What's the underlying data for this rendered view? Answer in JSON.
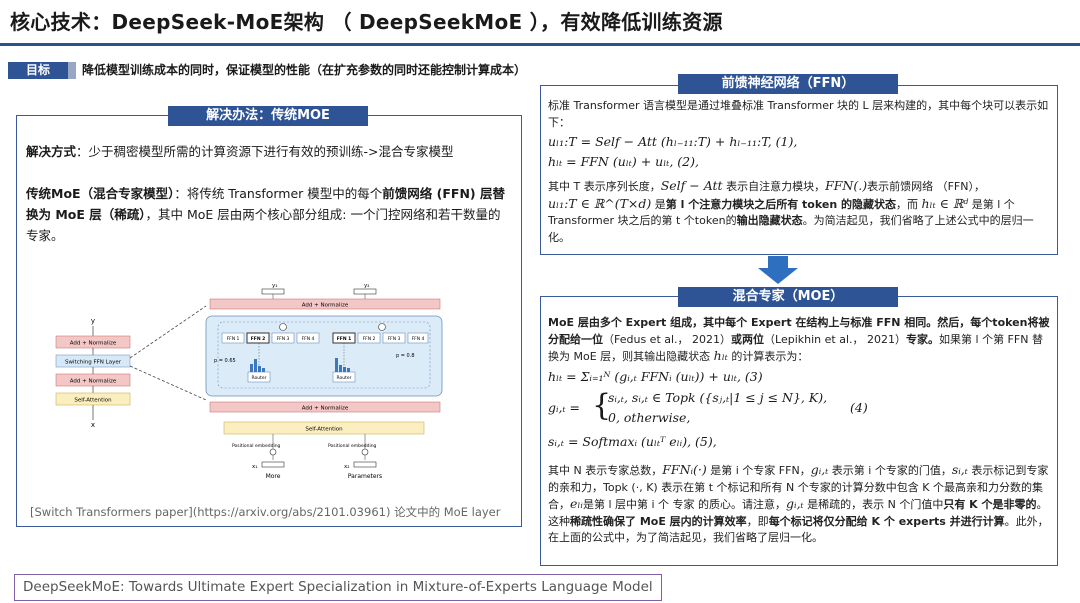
{
  "title": "核心技术：DeepSeek-MoE架构 （ DeepSeekMoE ），有效降低训练资源",
  "goal": {
    "tag": "目标",
    "text": "降低模型训练成本的同时，保证模型的性能（在扩充参数的同时还能控制计算成本）"
  },
  "left_panel": {
    "header": "解决办法：传统MOE",
    "method_label": "解决方式",
    "method_text": "：少于稠密模型所需的计算资源下进行有效的预训练->混合专家模型",
    "moe_label": "传统MoE（混合专家模型）",
    "moe_text_1": "：将传统 Transformer 模型中的每个",
    "moe_bold_1": "前馈网络 (FFN) 层替换为 MoE 层（稀疏）",
    "moe_text_2": "，其中 MoE 层由两个核心部分组成: 一个门控网络和若干数量的专家。",
    "caption": "[Switch Transformers paper](https://arxiv.org/abs/2101.03961) 论文中的 MoE layer"
  },
  "diagram": {
    "small": {
      "y_label": "y",
      "x_label": "x",
      "blocks": [
        "Add + Normalize",
        "Switching FFN Layer",
        "Add + Normalize",
        "Self-Attention"
      ]
    },
    "large": {
      "y1": "y₁",
      "y2": "y₂",
      "x1": "x₁",
      "x2": "x₂",
      "top_block": "Add + Normalize",
      "mid_block": "Add + Normalize",
      "attn_block": "Self-Attention",
      "experts_left": [
        "FFN 1",
        "FFN 2",
        "FFN 3",
        "FFN 4"
      ],
      "experts_right": [
        "FFN 1",
        "FFN 2",
        "FFN 3",
        "FFN 4"
      ],
      "router": "Router",
      "p_left": "p = 0.65",
      "p_right": "p = 0.8",
      "pos_emb": "Positional embedding",
      "word_left": "More",
      "word_right": "Parameters"
    }
  },
  "ffn_panel": {
    "header": "前馈神经网络（FFN）",
    "intro": "标准 Transformer 语言模型是通过堆叠标准 Transformer 块的 L 层来构建的，其中每个块可以表示如下：",
    "eq1": "uₗ₁:T = Self − Att (hₗ₋₁₁:T) + hₗ₋₁₁:T, (1),",
    "eq2": "hₗₜ = FFN (uₗₜ) + uₗₜ, (2),",
    "desc_1": "其中 T 表示序列长度，",
    "desc_math_1": "Self − Att",
    "desc_2": " 表示自注意力模块，",
    "desc_math_2": "FFN(.)",
    "desc_3": "表示前馈网络 （FFN），",
    "desc_math_3": "uₗ₁:T ∈ ℝ^(T×d)",
    "desc_4": " 是",
    "desc_bold_1": "第 l 个注意力模块之后所有 token 的隐藏状态",
    "desc_5": "，而 ",
    "desc_math_4": "hₗₜ ∈ ℝᵈ",
    "desc_6": " 是第 l 个 Transformer 块之后的第 t 个token的",
    "desc_bold_2": "输出隐藏状态",
    "desc_7": "。为简洁起见，我们省略了上述公式中的层归一化。"
  },
  "moe_panel": {
    "header": "混合专家（MOE）",
    "intro_bold_1": "MoE 层由多个 Expert 组成，其中每个 Expert 在结构上与标准 FFN 相同。然后，每个token将被分配给一位",
    "intro_1": "（Fedus et al.， 2021）",
    "intro_bold_2": "或两位",
    "intro_2": "（Lepikhin et al.， 2021）",
    "intro_bold_3": "专家。",
    "intro_3": "如果第 l 个第 FFN 替换为 MoE 层，则其输出隐藏状态 ",
    "intro_math": "hₗₜ",
    "intro_4": " 的计算表示为：",
    "eq3": "hₗₜ = Σᵢ₌₁ᴺ (gᵢ,ₜ FFNᵢ (uₗₜ)) + uₗₜ, (3)",
    "eq4_lhs": "gᵢ,ₜ =",
    "eq4_case1": "sᵢ,ₜ,    sᵢ,ₜ ∈ Topk ({sⱼ,ₜ|1 ≤ j ≤ N}, K),",
    "eq4_case2": "0,       otherwise,",
    "eq4_num": "(4)",
    "eq5": "sᵢ,ₜ = Softmaxᵢ (uₗₜᵀ eₗᵢ), (5),",
    "desc_1": "其中 N 表示专家总数，",
    "desc_math_1": "FFNᵢ(·)",
    "desc_2": " 是第 i 个专家 FFN，",
    "desc_math_2": "gᵢ,ₜ",
    "desc_3": " 表示第 i 个专家的门值，",
    "desc_math_3": "sᵢ,ₜ",
    "desc_4": " 表示标记到专家的亲和力，Topk (·, K) 表示在第 t 个标记和所有 N 个专家的计算分数中包含 K 个最高亲和力分数的集合，",
    "desc_math_4": "eₗᵢ",
    "desc_5": "是第 l 层中第 i 个 专家 的质心。请注意，",
    "desc_math_5": "gᵢ,ₜ",
    "desc_6": " 是稀疏的，表示 N 个门值中",
    "desc_bold_1": "只有 K 个是非零的",
    "desc_7": "。这种",
    "desc_bold_2": "稀疏性确保了 MoE 层内的计算效率",
    "desc_8": "，即",
    "desc_bold_3": "每个标记将仅分配给 K 个 experts 并进行计算",
    "desc_9": "。此外，在上面的公式中，为了简洁起见，我们省略了层归一化。"
  },
  "footer": "DeepSeekMoE: Towards Ultimate Expert Specialization in Mixture-of-Experts Language Model",
  "colors": {
    "header_blue": "#2f5496",
    "panel_border": "#3a5a9c",
    "arrow_blue": "#2f6fc0",
    "footer_border": "#8060a8"
  }
}
